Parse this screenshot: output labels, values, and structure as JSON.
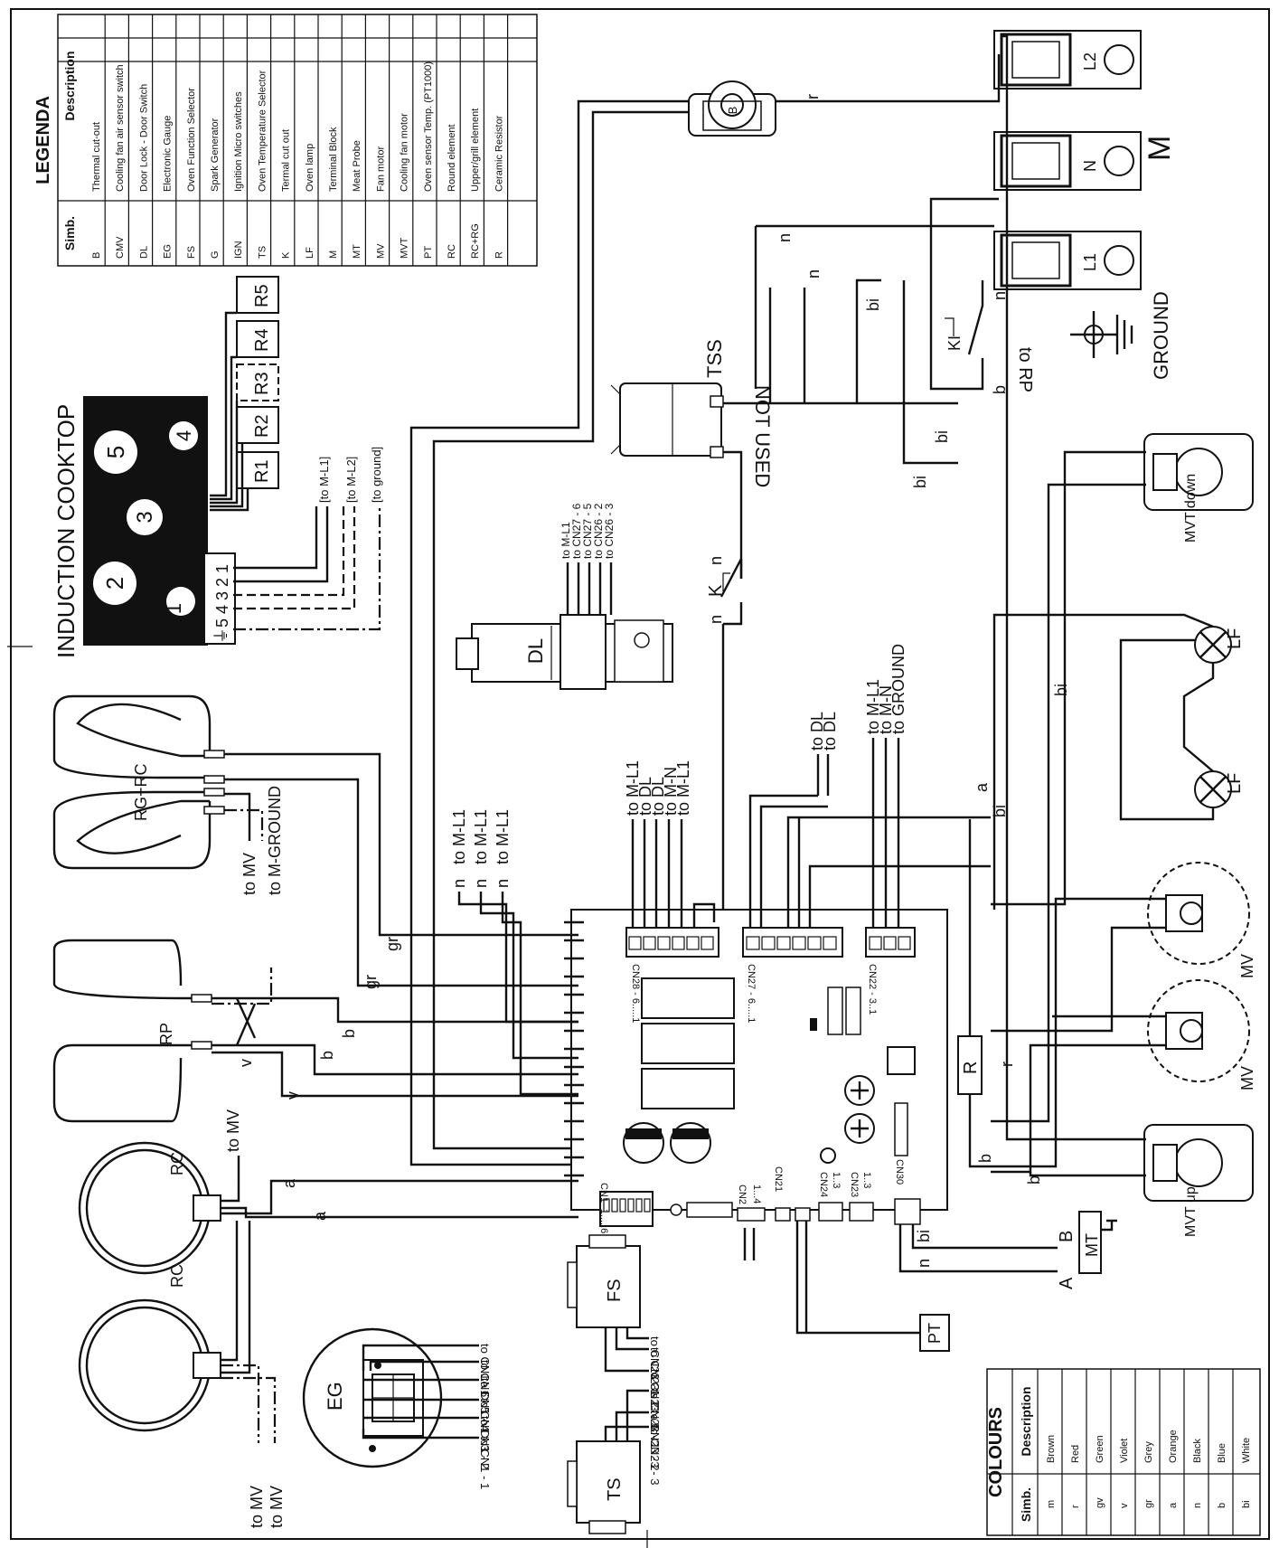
{
  "legenda": {
    "title": "LEGENDA",
    "col_simb": "Simb.",
    "col_desc": "Description",
    "rows": [
      {
        "simb": "B",
        "desc": "Thermal cut-out"
      },
      {
        "simb": "CMV",
        "desc": "Cooling fan air sensor switch"
      },
      {
        "simb": "DL",
        "desc": "Door Lock - Door Switch"
      },
      {
        "simb": "EG",
        "desc": "Electronic Gauge"
      },
      {
        "simb": "FS",
        "desc": "Oven Function Selector"
      },
      {
        "simb": "G",
        "desc": "Spark Generator"
      },
      {
        "simb": "IGN",
        "desc": "Ignition Micro switches"
      },
      {
        "simb": "TS",
        "desc": "Oven Temperature Selector"
      },
      {
        "simb": "K",
        "desc": "Termal cut out"
      },
      {
        "simb": "LF",
        "desc": "Oven lamp"
      },
      {
        "simb": "M",
        "desc": "Terminal Block"
      },
      {
        "simb": "MT",
        "desc": "Meat Probe"
      },
      {
        "simb": "MV",
        "desc": "Fan motor"
      },
      {
        "simb": "MVT",
        "desc": "Cooling fan motor"
      },
      {
        "simb": "PT",
        "desc": "Oven sensor Temp. (PT1000)"
      },
      {
        "simb": "RC",
        "desc": "Round element"
      },
      {
        "simb": "RC+RG",
        "desc": "Upper/grill element"
      },
      {
        "simb": "R",
        "desc": "Ceramic Resistor"
      }
    ]
  },
  "colours": {
    "title": "COLOURS",
    "col_simb": "Simb.",
    "col_desc": "Description",
    "rows": [
      {
        "simb": "m",
        "desc": "Brown"
      },
      {
        "simb": "r",
        "desc": "Red"
      },
      {
        "simb": "gv",
        "desc": "Green"
      },
      {
        "simb": "v",
        "desc": "Violet"
      },
      {
        "simb": "gr",
        "desc": "Grey"
      },
      {
        "simb": "a",
        "desc": "Orange"
      },
      {
        "simb": "n",
        "desc": "Black"
      },
      {
        "simb": "b",
        "desc": "Blue"
      },
      {
        "simb": "bi",
        "desc": "White"
      }
    ]
  },
  "cooktop": {
    "title": "INDUCTION COOKTOP",
    "zones": [
      "1",
      "2",
      "3",
      "4",
      "5"
    ],
    "terminal_labels": [
      "5",
      "4",
      "3",
      "2",
      "1"
    ],
    "ground_symbol": "⏚",
    "resistors": [
      "R1",
      "R2",
      "R3",
      "R4",
      "R5"
    ],
    "to_m_l1": "[to M-L1]",
    "to_m_l2": "[to M-L2]",
    "to_ground": "[to ground]"
  },
  "terminal_block": {
    "label": "M",
    "terminals": [
      "L1",
      "N",
      "L2"
    ]
  },
  "labels": {
    "B": "B",
    "TSS": "TSS",
    "not_used": "NOT USED",
    "ground": "GROUND",
    "to_rp": "to RP",
    "KI": "KI",
    "DL": "DL",
    "K": "K",
    "RG_RC": "RG+RC",
    "RP": "RP",
    "RC": "RC",
    "EG": "EG",
    "FS": "FS",
    "TS": "TS",
    "PT": "PT",
    "MT": "MT",
    "R": "R",
    "LF": "LF",
    "MV": "MV",
    "MVT_down": "MVT down",
    "MVT_up": "MVT up",
    "A": "A",
    "B2": "B"
  },
  "dl_targets": [
    "to M-L1",
    "to CN27 - 6",
    "to CN27 - 5",
    "to CN26 - 2",
    "to CN26 - 3"
  ],
  "cn28_targets": [
    "to M-L1",
    "to DL",
    "to DL",
    "to M-N",
    "to M-L1"
  ],
  "cn27_targets": [
    "to DL",
    "to DL"
  ],
  "cn22_targets": [
    "to M-L1",
    "to M-N",
    "to GROUND"
  ],
  "left_ml1": [
    "to M-L1",
    "to M-L1",
    "to M-L1"
  ],
  "to_mv_ground": [
    "to MV",
    "to M-GROUND"
  ],
  "to_mv": "to MV",
  "to_mv_pair": [
    "to MV",
    "to MV"
  ],
  "eg_targets": [
    "to CN1 - 6",
    "to CN1 - 5",
    "to CN1 - 4",
    "to CN1 - 3",
    "to CN1 - 2",
    "to CN1 - 1"
  ],
  "fs_targets": [
    "to CN23 - 1",
    "to CN23 - 2",
    "to CN23 - 3"
  ],
  "ts_targets": [
    "to CN23 - 1",
    "to CN23 - 2",
    "to CN23 - 3"
  ],
  "connectors": {
    "cn28": "CN28 - 6.....1",
    "cn27": "CN27 - 6.....1",
    "cn22": "CN22 - 3..1",
    "cn1": "CN1- 1.....6",
    "cn2": "CN2",
    "cn2_pins": "1...4",
    "cn21": "CN21",
    "cn24": "CN24",
    "cn23": "CN23",
    "cn24_pins": "1..3",
    "cn23_pins": "1..3",
    "cn30": "CN30"
  },
  "wire_codes": {
    "r": "r",
    "n": "n",
    "bi": "bi",
    "b": "b",
    "gr": "gr",
    "v": "v",
    "a": "a"
  }
}
